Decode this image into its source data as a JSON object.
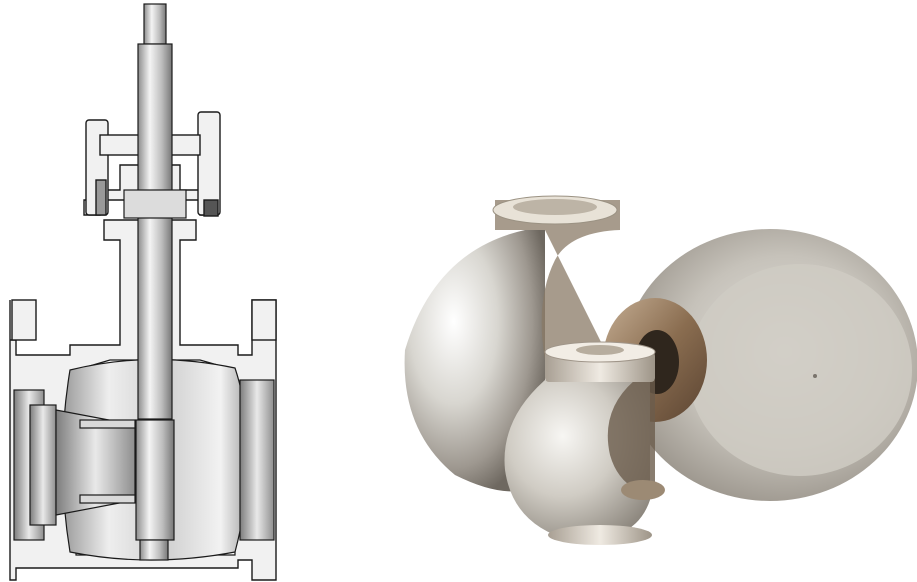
{
  "figure": {
    "panels": [
      {
        "id": "valve-cross-section",
        "kind": "cutaway drawing"
      },
      {
        "id": "ball-components",
        "kind": "photo"
      }
    ],
    "colors": {
      "background": "#ffffff",
      "outline": "#1a1a1a",
      "body_fill": "#f1f1f1",
      "metal_light": "#f4f4f4",
      "metal_mid": "#b9b9b9",
      "metal_dark": "#6e6e6e",
      "bronze": "#8a6d50"
    }
  }
}
